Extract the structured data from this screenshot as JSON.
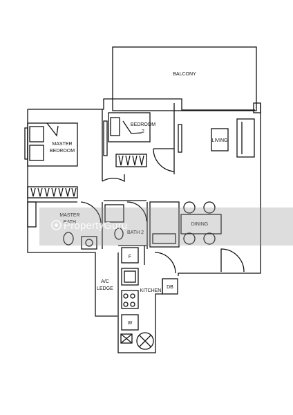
{
  "rooms": {
    "balcony": "BALCONY",
    "bedroom2_line1": "BEDROOM",
    "bedroom2_line2": "2",
    "living": "LIVING",
    "master_bedroom_line1": "MASTER",
    "master_bedroom_line2": "BEDROOM",
    "master_bath_line1": "MASTER",
    "master_bath_line2": "BATH",
    "bath2": "BATH 2",
    "dining": "DINING",
    "ac_ledge_line1": "A/C",
    "ac_ledge_line2": "LEDGE",
    "kitchen": "KITCHEN",
    "db": "DB",
    "fridge": "F",
    "washer": "W"
  },
  "watermark": {
    "text": "PropertyGuru"
  },
  "colors": {
    "line": "#111111",
    "watermark_band": "#969696"
  }
}
